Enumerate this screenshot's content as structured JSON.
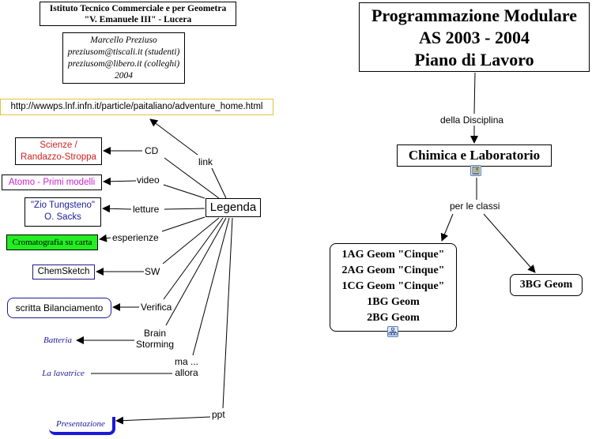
{
  "left_map": {
    "school": {
      "lines": [
        "Istituto Tecnico Commerciale e per Geometra",
        "\"V. Emanuele III\" - Lucera"
      ]
    },
    "author": {
      "lines": [
        "Marcello Preziuso",
        "preziusom@tiscali.it (studenti)",
        "preziusom@libero.it (colleghi)",
        "2004"
      ]
    },
    "hub": {
      "label": "Legenda"
    },
    "links": [
      {
        "id": "link",
        "label": "link",
        "target": "http://wwwps.lnf.infn.it/particle/paitaliano/adventure_home.html",
        "target_color": "#000000",
        "target_border": "#e4c23a"
      },
      {
        "id": "cd",
        "label": "CD",
        "target_lines": [
          "Scienze /",
          "Randazzo-Stroppa"
        ],
        "target_color": "#cc2222"
      },
      {
        "id": "video",
        "label": "video",
        "target": "Atomo - Primi modelli",
        "target_color": "#cc22cc"
      },
      {
        "id": "letture",
        "label": "letture",
        "target_lines": [
          "\"Zio Tungsteno\"",
          "O. Sacks"
        ],
        "target_color": "#1c1c9c"
      },
      {
        "id": "esperienze",
        "label": "esperienze",
        "target": "Cromatografia su carta",
        "target_fill": "#22ee22"
      },
      {
        "id": "sw",
        "label": "SW",
        "target": "ChemSketch"
      },
      {
        "id": "verifica",
        "label": "Verifica",
        "target": "scritta Bilanciamento"
      },
      {
        "id": "brain",
        "label_lines": [
          "Brain",
          "Storming"
        ],
        "target": "Batteria",
        "target_color": "#1c1c9c"
      },
      {
        "id": "ma-allora",
        "label_lines": [
          "ma ...",
          "allora"
        ],
        "target": "La lavatrice",
        "target_color": "#1c1c9c"
      },
      {
        "id": "ppt",
        "label": "ppt",
        "target": "Presentazione",
        "target_color": "#1c1c9c",
        "target_shadow": "#1a1ad8"
      }
    ]
  },
  "right_map": {
    "root": {
      "lines": [
        "Programmazione Modulare",
        "AS 2003 - 2004",
        "Piano di Lavoro"
      ]
    },
    "link1": {
      "label": "della Disciplina"
    },
    "discipline": {
      "label": "Chimica e Laboratorio",
      "icon": "resource-document-icon"
    },
    "link2": {
      "label": "per le classi"
    },
    "classes_group": {
      "lines": [
        "1AG Geom \"Cinque\"",
        "2AG Geom \"Cinque\"",
        "1CG Geom \"Cinque\"",
        "1BG Geom",
        "2BG Geom"
      ],
      "icon": "submap-icon"
    },
    "class_single": {
      "label": "3BG Geom"
    }
  }
}
